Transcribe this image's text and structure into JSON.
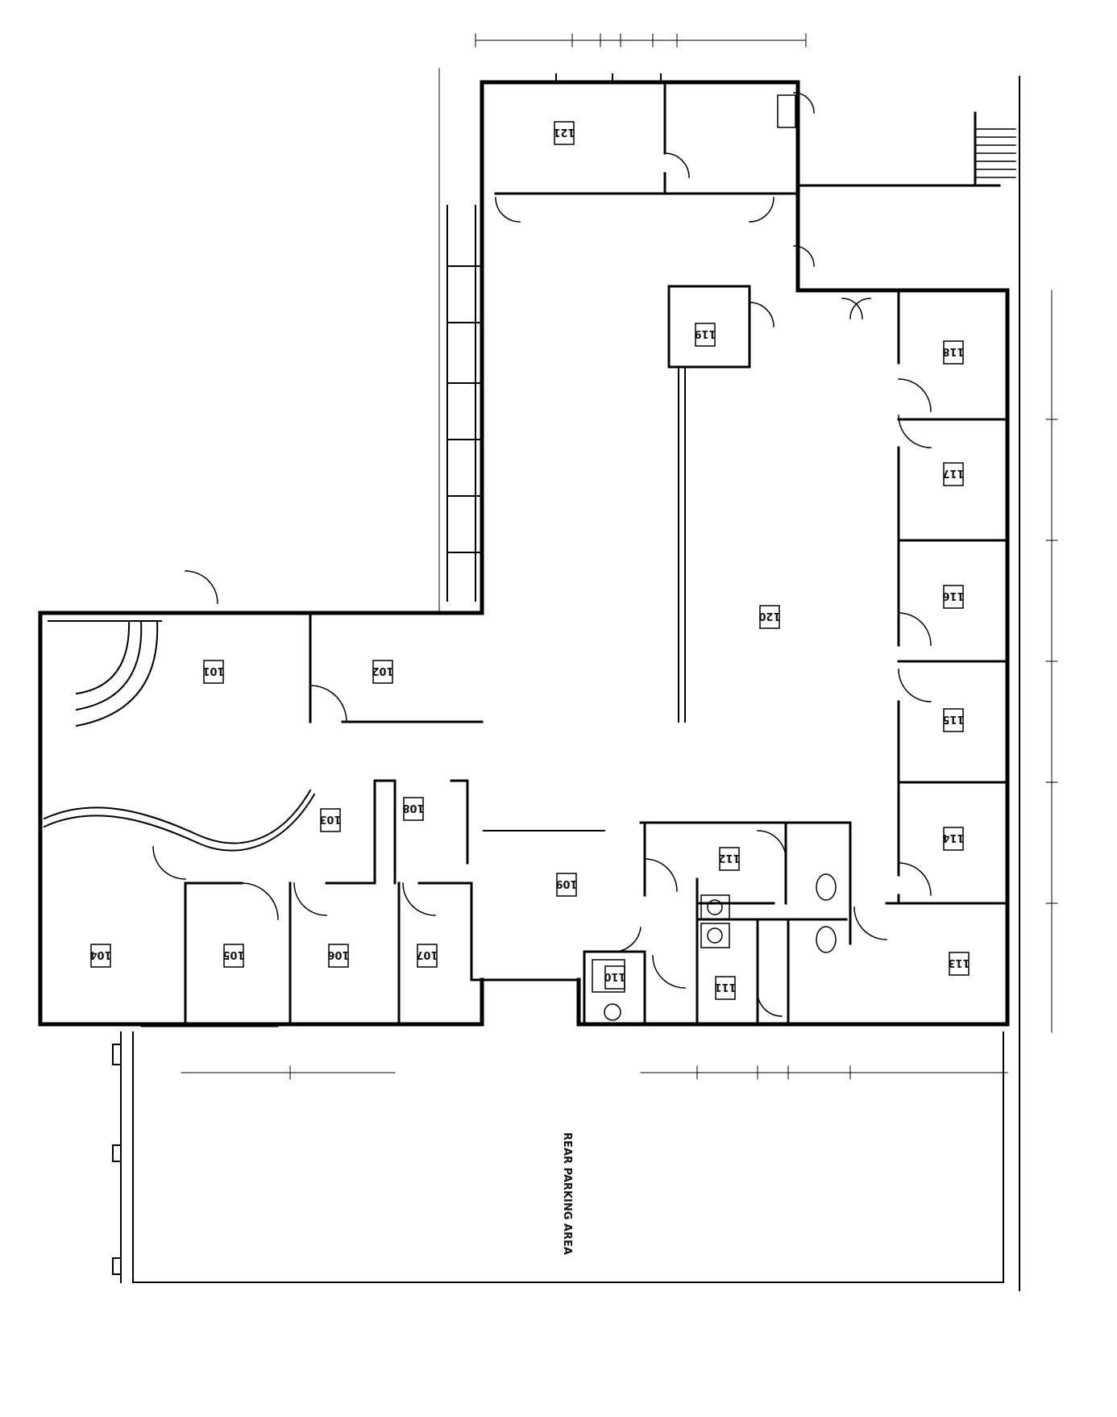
{
  "drawing": {
    "orientation": "rotated-180",
    "rooms": [
      {
        "id": "r101",
        "label": "101"
      },
      {
        "id": "r102",
        "label": "102"
      },
      {
        "id": "r103",
        "label": "103"
      },
      {
        "id": "r104",
        "label": "104"
      },
      {
        "id": "r105",
        "label": "105"
      },
      {
        "id": "r106",
        "label": "106"
      },
      {
        "id": "r107",
        "label": "107"
      },
      {
        "id": "r108",
        "label": "108"
      },
      {
        "id": "r109",
        "label": "109"
      },
      {
        "id": "r110",
        "label": "110"
      },
      {
        "id": "r111",
        "label": "111"
      },
      {
        "id": "r112",
        "label": "112"
      },
      {
        "id": "r113",
        "label": "113"
      },
      {
        "id": "r114",
        "label": "114"
      },
      {
        "id": "r115",
        "label": "115"
      },
      {
        "id": "r116",
        "label": "116"
      },
      {
        "id": "r117",
        "label": "117"
      },
      {
        "id": "r118",
        "label": "118"
      },
      {
        "id": "r119",
        "label": "119"
      },
      {
        "id": "r120",
        "label": "120"
      },
      {
        "id": "r121",
        "label": "121"
      }
    ],
    "area_labels": [
      {
        "id": "parking",
        "text": "REAR PARKING AREA"
      }
    ]
  }
}
